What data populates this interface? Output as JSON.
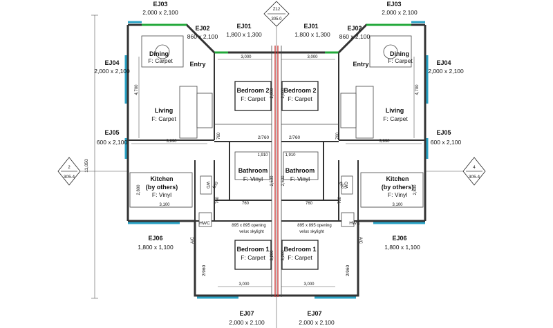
{
  "section_marker": {
    "top": "Z12",
    "bottom": "305.0"
  },
  "left_marker": {
    "top": "2",
    "bottom": "305.4"
  },
  "right_marker": {
    "top": "4",
    "bottom": "305.4"
  },
  "overall_height": "11,050",
  "windows": {
    "ej01": {
      "code": "EJ01",
      "size": "1,800 x 1,300"
    },
    "ej02": {
      "code": "EJ02",
      "size": "860 x 2,100"
    },
    "ej03": {
      "code": "EJ03",
      "size": "2,000 x 2,100"
    },
    "ej04": {
      "code": "EJ04",
      "size": "2,000 x 2,100"
    },
    "ej05": {
      "code": "EJ05",
      "size": "600 x 2,100"
    },
    "ej06": {
      "code": "EJ06",
      "size": "1,800 x 1,100"
    },
    "ej07": {
      "code": "EJ07",
      "size": "2,000 x 2,100"
    }
  },
  "rooms": {
    "dining": {
      "name": "Dining",
      "finish": "F: Carpet"
    },
    "entry": {
      "name": "Entry"
    },
    "living": {
      "name": "Living",
      "finish": "F: Carpet"
    },
    "kitchen": {
      "name": "Kitchen",
      "sub": "(by others)",
      "finish": "F: Vinyl"
    },
    "bedroom2": {
      "name": "Bedroom 2",
      "finish": "F: Carpet"
    },
    "bedroom1": {
      "name": "Bedroom 1",
      "finish": "F: Carpet"
    },
    "bathroom": {
      "name": "Bathroom",
      "finish": "F: Vinyl"
    },
    "hwc": "HWC",
    "wd": "WD",
    "ac": "A/C"
  },
  "dims": {
    "d3000": "3,000",
    "d3890": "3,890",
    "d3100": "3,100",
    "d4700": "4,700",
    "d2800": "2,800",
    "d2760": "2/760",
    "d760": "760",
    "d660": "660",
    "d1910": "1,910",
    "d2500": "2,500",
    "d2000": "2,000",
    "d2960": "2/960",
    "d3200": "3,200"
  },
  "skylight": {
    "line1": "895 x 895 opening",
    "line2": "velux skylight"
  },
  "colors": {
    "wall": "#333333",
    "window_blue": "#2aa3c6",
    "window_green": "#22a83a",
    "fire_wall": "#c9302c"
  }
}
